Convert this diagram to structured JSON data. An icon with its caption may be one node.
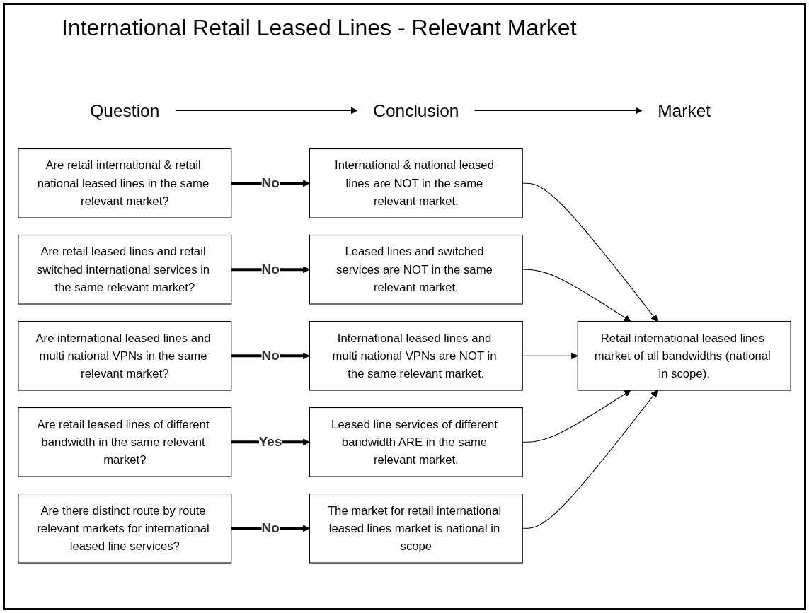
{
  "diagram": {
    "title": "International Retail Leased Lines - Relevant Market",
    "nodes": [
      {
        "text": [
          "Question"
        ]
      },
      {
        "text": [
          "Conclusion"
        ]
      },
      {
        "text": [
          "Market"
        ]
      },
      {
        "text": [
          "Are retail international & retail national leased lines in the same relevant market?"
        ]
      },
      {
        "text": [
          "International & national leased lines are NOT in the same relevant market."
        ]
      },
      {
        "text": [
          "Are retail leased lines and retail switched international services in the same relevant market?"
        ]
      },
      {
        "text": [
          "Leased lines and switched services are NOT in the same relevant market."
        ]
      },
      {
        "text": [
          "Are international leased lines and multi national VPNs in the same relevant market?"
        ]
      },
      {
        "text": [
          "International leased lines and multi national VPNs are NOT in the same relevant market."
        ]
      },
      {
        "text": [
          "Are retail leased lines of different bandwidth in the same relevant market?"
        ]
      },
      {
        "text": [
          "Leased line services of different bandwidth ARE in the same relevant market."
        ]
      },
      {
        "text": [
          "Are there distinct route by route relevant markets for international leased line services?"
        ]
      },
      {
        "text": [
          "The market for retail international leased lines market is national in scope"
        ]
      },
      {
        "text": [
          "Retail international leased lines market of all bandwidths (national in scope)."
        ]
      }
    ],
    "edges": [
      {
        "from": 0,
        "to": 1,
        "arrow": "to"
      },
      {
        "from": 1,
        "to": 2,
        "arrow": "to"
      },
      {
        "from": 3,
        "to": 4,
        "arrow": "to",
        "label": "No",
        "style": "thick"
      },
      {
        "from": 5,
        "to": 6,
        "arrow": "to",
        "label": "No",
        "style": "thick"
      },
      {
        "from": 7,
        "to": 8,
        "arrow": "to",
        "label": "No",
        "style": "thick"
      },
      {
        "from": 9,
        "to": 10,
        "arrow": "to",
        "label": "Yes",
        "style": "thick"
      },
      {
        "from": 11,
        "to": 12,
        "arrow": "to",
        "label": "No",
        "style": "thick"
      },
      {
        "from": 4,
        "to": 13,
        "arrow": "to"
      },
      {
        "from": 6,
        "to": 13,
        "arrow": "to"
      },
      {
        "from": 8,
        "to": 13,
        "arrow": "to"
      },
      {
        "from": 10,
        "to": 13,
        "arrow": "to"
      },
      {
        "from": 12,
        "to": 13,
        "arrow": "to"
      }
    ]
  }
}
